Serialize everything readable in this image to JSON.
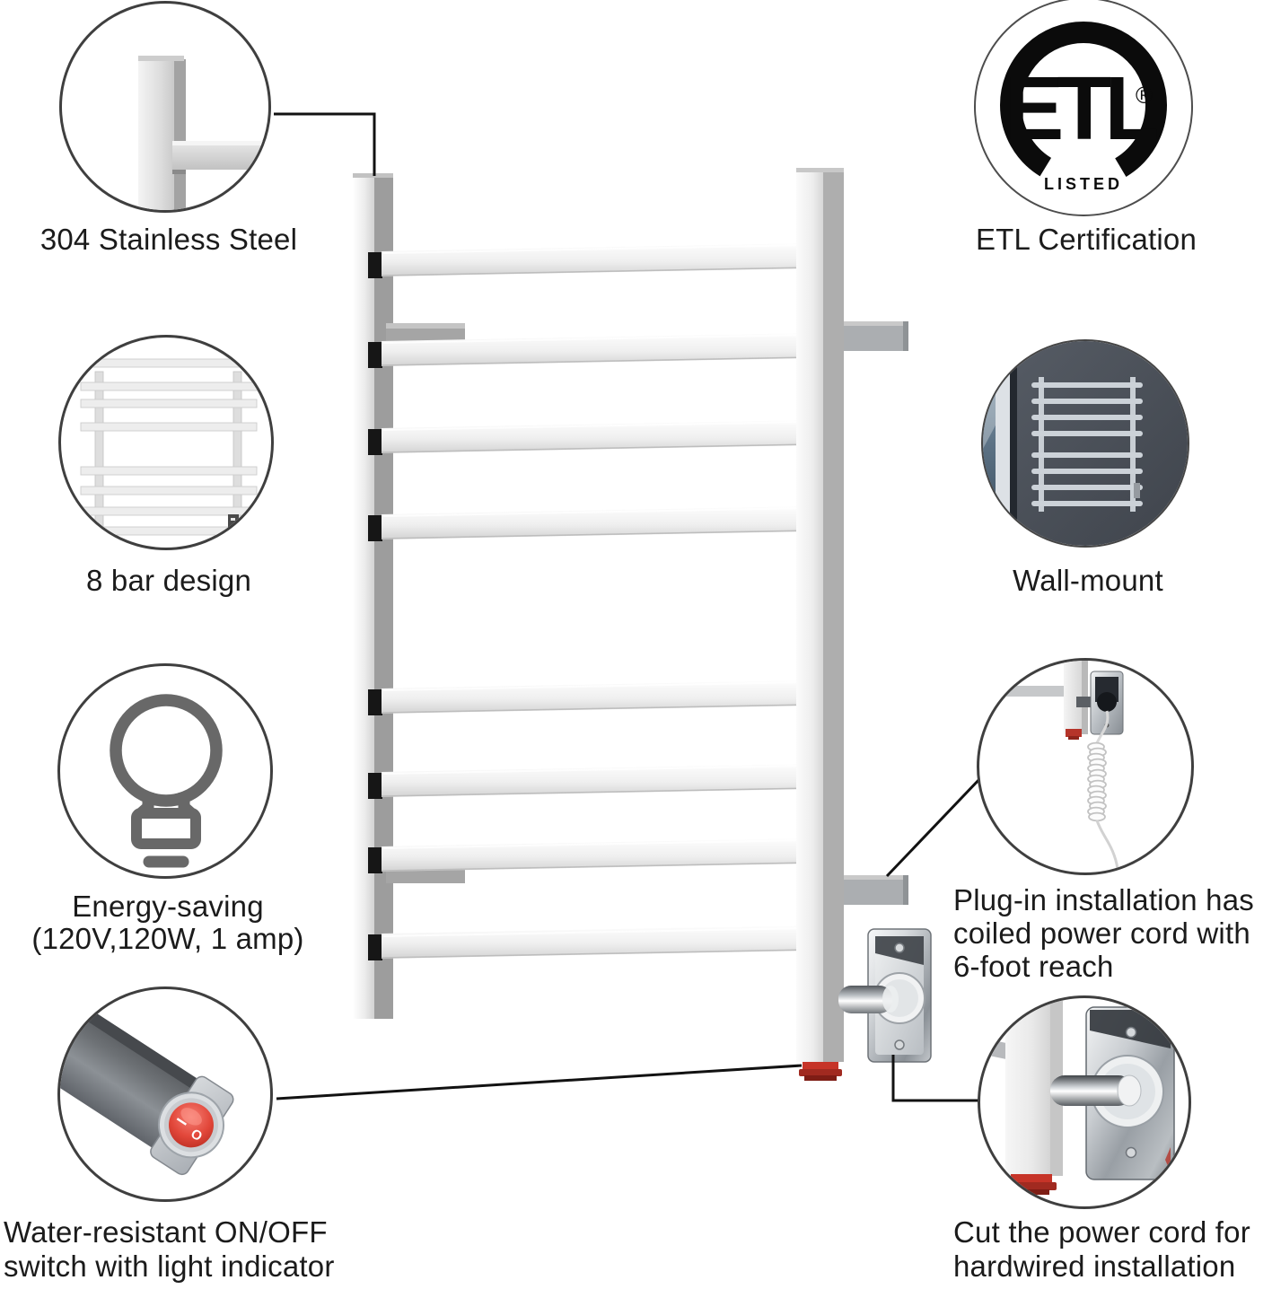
{
  "labels": {
    "stainless": "304 Stainless Steel",
    "etl": "ETL Certification",
    "bars": "8 bar design",
    "wallmount": "Wall-mount",
    "energy": "Energy-saving\n(120V,120W, 1 amp)",
    "plugin": "Plug-in installation has\ncoiled power cord with\n6-foot reach",
    "switch": "Water-resistant ON/OFF\nswitch with light indicator",
    "hardwired": "Cut the power cord for\nhardwired installation"
  },
  "etl_logo": {
    "letters": "ETL",
    "listed": "LISTED",
    "registered": "®"
  },
  "switch_detail": {
    "on_mark": "–",
    "off_mark": "O"
  },
  "colors": {
    "text": "#1b1b1b",
    "callout_line": "#121212",
    "circle_stroke": "#3f3f3f",
    "red_accent": "#c63428",
    "wall_photo_bg": "#4b515a"
  }
}
